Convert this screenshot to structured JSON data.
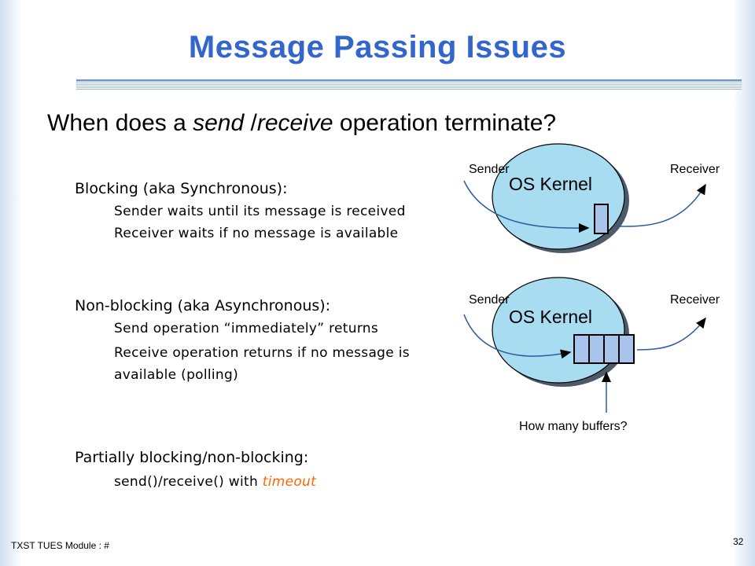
{
  "title": "Message Passing Issues",
  "question": {
    "part1": "When does a ",
    "send": "send",
    "slash": " /",
    "receive": "receive",
    "part2": " operation  terminate?"
  },
  "sections": [
    {
      "heading": "Blocking (aka Synchronous):",
      "items": [
        "Sender waits until its message is received",
        "Receiver waits if no message is available"
      ]
    },
    {
      "heading": "Non-blocking (aka Asynchronous):",
      "items": [
        "Send operation “immediately” returns",
        "Receive operation returns if no message is",
        "available (polling)"
      ]
    },
    {
      "heading": "Partially blocking/non-blocking:",
      "items_prefix": "send()/receive() with ",
      "items_emph": "timeout"
    }
  ],
  "diagrams": [
    {
      "kernel_label": "OS Kernel",
      "sender": "Sender",
      "receiver": "Receiver"
    },
    {
      "kernel_label": "OS Kernel",
      "sender": "Sender",
      "receiver": "Receiver",
      "buffers_label": "How many buffers?"
    }
  ],
  "footer": "TXST TUES Module : #",
  "page_number": "32",
  "colors": {
    "title": "#3366cc",
    "kernel": "#a8dcf0",
    "timeout": "#ff6600",
    "buffer": "#a9c4ea"
  }
}
